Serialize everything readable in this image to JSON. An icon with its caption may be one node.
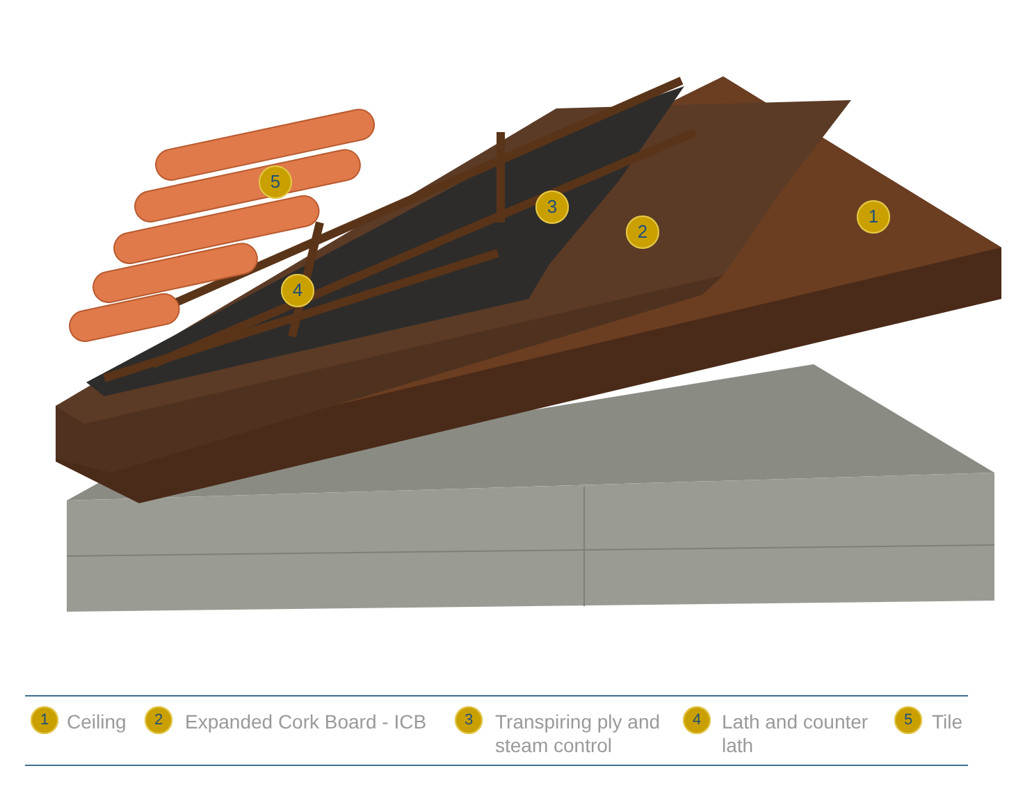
{
  "diagram": {
    "labels": [
      "5",
      "3",
      "2",
      "1",
      "4",
      "1",
      "2",
      "3",
      "4",
      "5"
    ],
    "legend": [
      {
        "text": "Ceiling"
      },
      {
        "text": "Expanded Cork Board - ICB"
      },
      {
        "text": "Transpiring ply and steam control"
      },
      {
        "text": "Lath and counter lath"
      },
      {
        "text": "Tile"
      }
    ]
  }
}
